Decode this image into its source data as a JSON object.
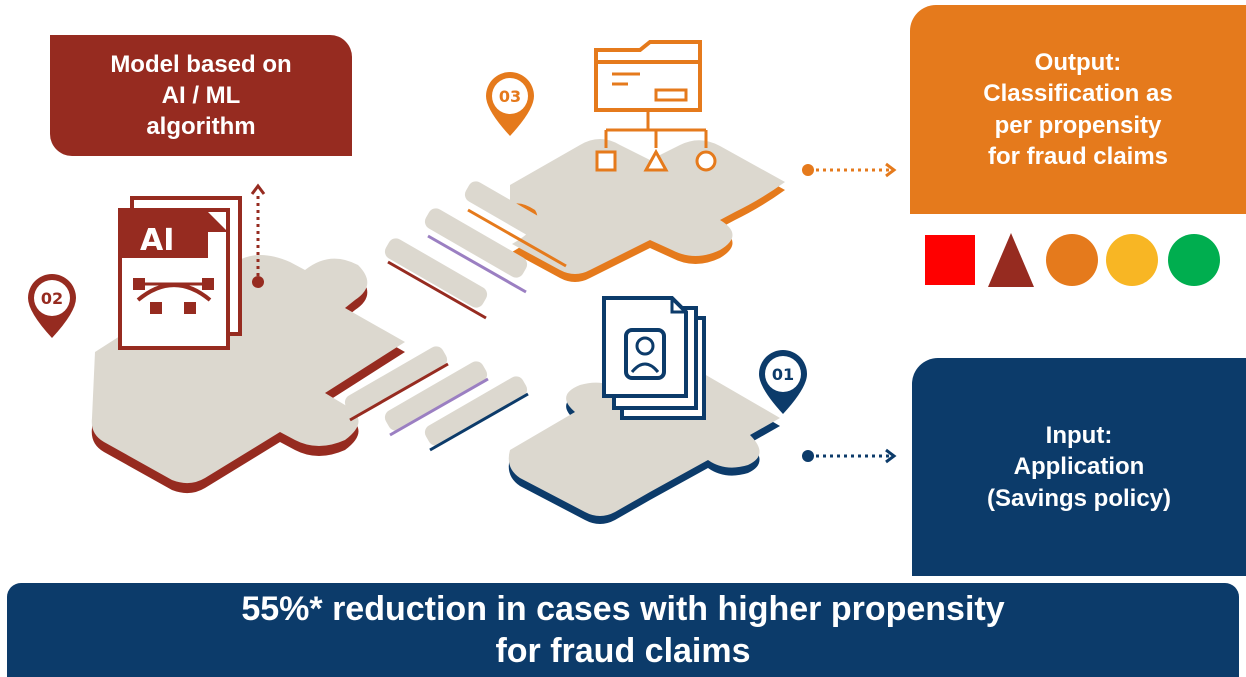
{
  "model_box": {
    "lines": [
      "Model based on",
      "AI / ML",
      "algorithm"
    ]
  },
  "output_box": {
    "lines": [
      "Output:",
      "Classification as",
      "per propensity",
      "for fraud claims"
    ]
  },
  "input_box": {
    "lines": [
      "Input:",
      "Application",
      "(Savings policy)"
    ]
  },
  "banner": {
    "lines": [
      "55%* reduction in cases with higher propensity",
      "for fraud claims"
    ]
  },
  "steps": {
    "step1": "01",
    "step2": "02",
    "step3": "03"
  },
  "ai_file_label": "AI",
  "legend_shapes": [
    {
      "shape": "square",
      "color": "#ff0000"
    },
    {
      "shape": "triangle",
      "color": "#962b20"
    },
    {
      "shape": "circle",
      "color": "#e57a1c"
    },
    {
      "shape": "circle",
      "color": "#f8b624"
    },
    {
      "shape": "circle",
      "color": "#00ae4f"
    }
  ],
  "colors": {
    "maroon": "#962b20",
    "orange": "#e57a1c",
    "navy": "#0c3b6a",
    "piece": "#dcd8cf"
  }
}
